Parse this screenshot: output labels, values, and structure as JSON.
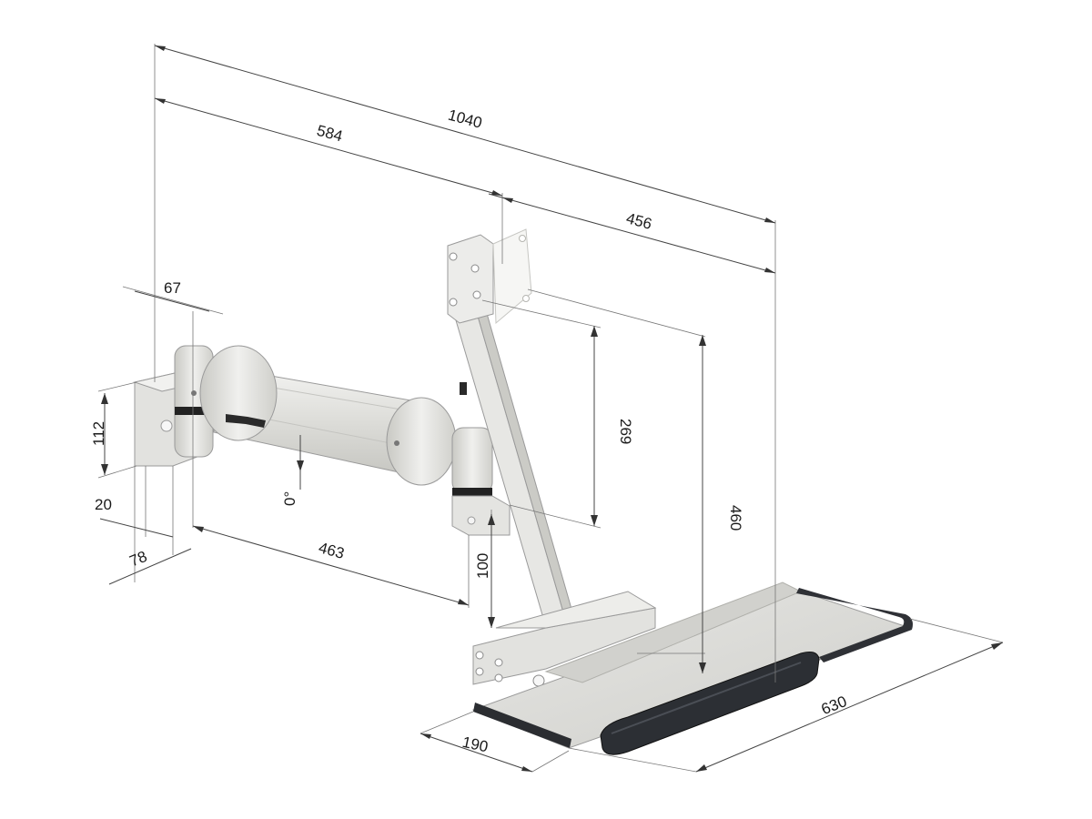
{
  "dimensions": {
    "d1040": "1040",
    "d584": "584",
    "d456": "456",
    "d67": "67",
    "d112": "112",
    "d20": "20",
    "d78": "78",
    "d463": "463",
    "d0": "0°",
    "d269": "269",
    "d460": "460",
    "d100": "100",
    "d190": "190",
    "d630": "630"
  },
  "colors": {
    "metal_light": "#e9e9e7",
    "metal_mid": "#d6d6d2",
    "metal_shadow": "#bdbdb8",
    "tray": "#dcdcd8",
    "wrist_rest": "#2c2f34",
    "lever": "#2a2a2a",
    "dimension_line": "#444444"
  }
}
